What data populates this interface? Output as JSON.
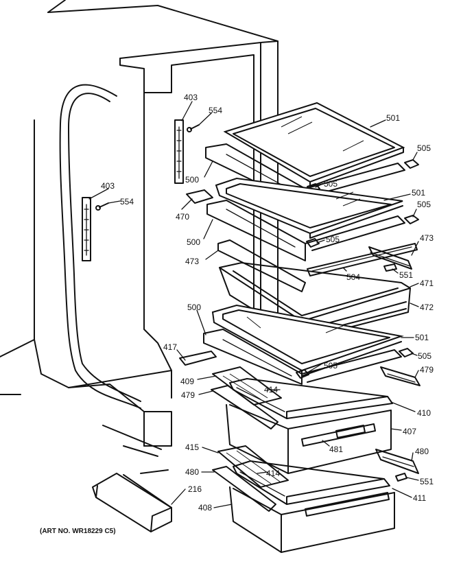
{
  "part_labels": [
    {
      "id": "p403a",
      "text": "403"
    },
    {
      "id": "p554a",
      "text": "554"
    },
    {
      "id": "p501a",
      "text": "501"
    },
    {
      "id": "p505a",
      "text": "505"
    },
    {
      "id": "p500a",
      "text": "500"
    },
    {
      "id": "p505b",
      "text": "505"
    },
    {
      "id": "p403b",
      "text": "403"
    },
    {
      "id": "p554b",
      "text": "554"
    },
    {
      "id": "p501b",
      "text": "501"
    },
    {
      "id": "p505c",
      "text": "505"
    },
    {
      "id": "p470",
      "text": "470"
    },
    {
      "id": "p500b",
      "text": "500"
    },
    {
      "id": "p505d",
      "text": "505"
    },
    {
      "id": "p473a",
      "text": "473"
    },
    {
      "id": "p473b",
      "text": "473"
    },
    {
      "id": "p504",
      "text": "504"
    },
    {
      "id": "p551a",
      "text": "551"
    },
    {
      "id": "p471",
      "text": "471"
    },
    {
      "id": "p472",
      "text": "472"
    },
    {
      "id": "p500c",
      "text": "500"
    },
    {
      "id": "p501c",
      "text": "501"
    },
    {
      "id": "p417",
      "text": "417"
    },
    {
      "id": "p505e",
      "text": "505"
    },
    {
      "id": "p505f",
      "text": "505"
    },
    {
      "id": "p409",
      "text": "409"
    },
    {
      "id": "p479a",
      "text": "479"
    },
    {
      "id": "p479b",
      "text": "479"
    },
    {
      "id": "p414a",
      "text": "414"
    },
    {
      "id": "p410",
      "text": "410"
    },
    {
      "id": "p407",
      "text": "407"
    },
    {
      "id": "p481",
      "text": "481"
    },
    {
      "id": "p415",
      "text": "415"
    },
    {
      "id": "p480a",
      "text": "480"
    },
    {
      "id": "p480b",
      "text": "480"
    },
    {
      "id": "p414b",
      "text": "414"
    },
    {
      "id": "p551b",
      "text": "551"
    },
    {
      "id": "p216",
      "text": "216"
    },
    {
      "id": "p411",
      "text": "411"
    },
    {
      "id": "p408",
      "text": "408"
    }
  ],
  "art_number": "(ART NO. WR18229 C5)"
}
